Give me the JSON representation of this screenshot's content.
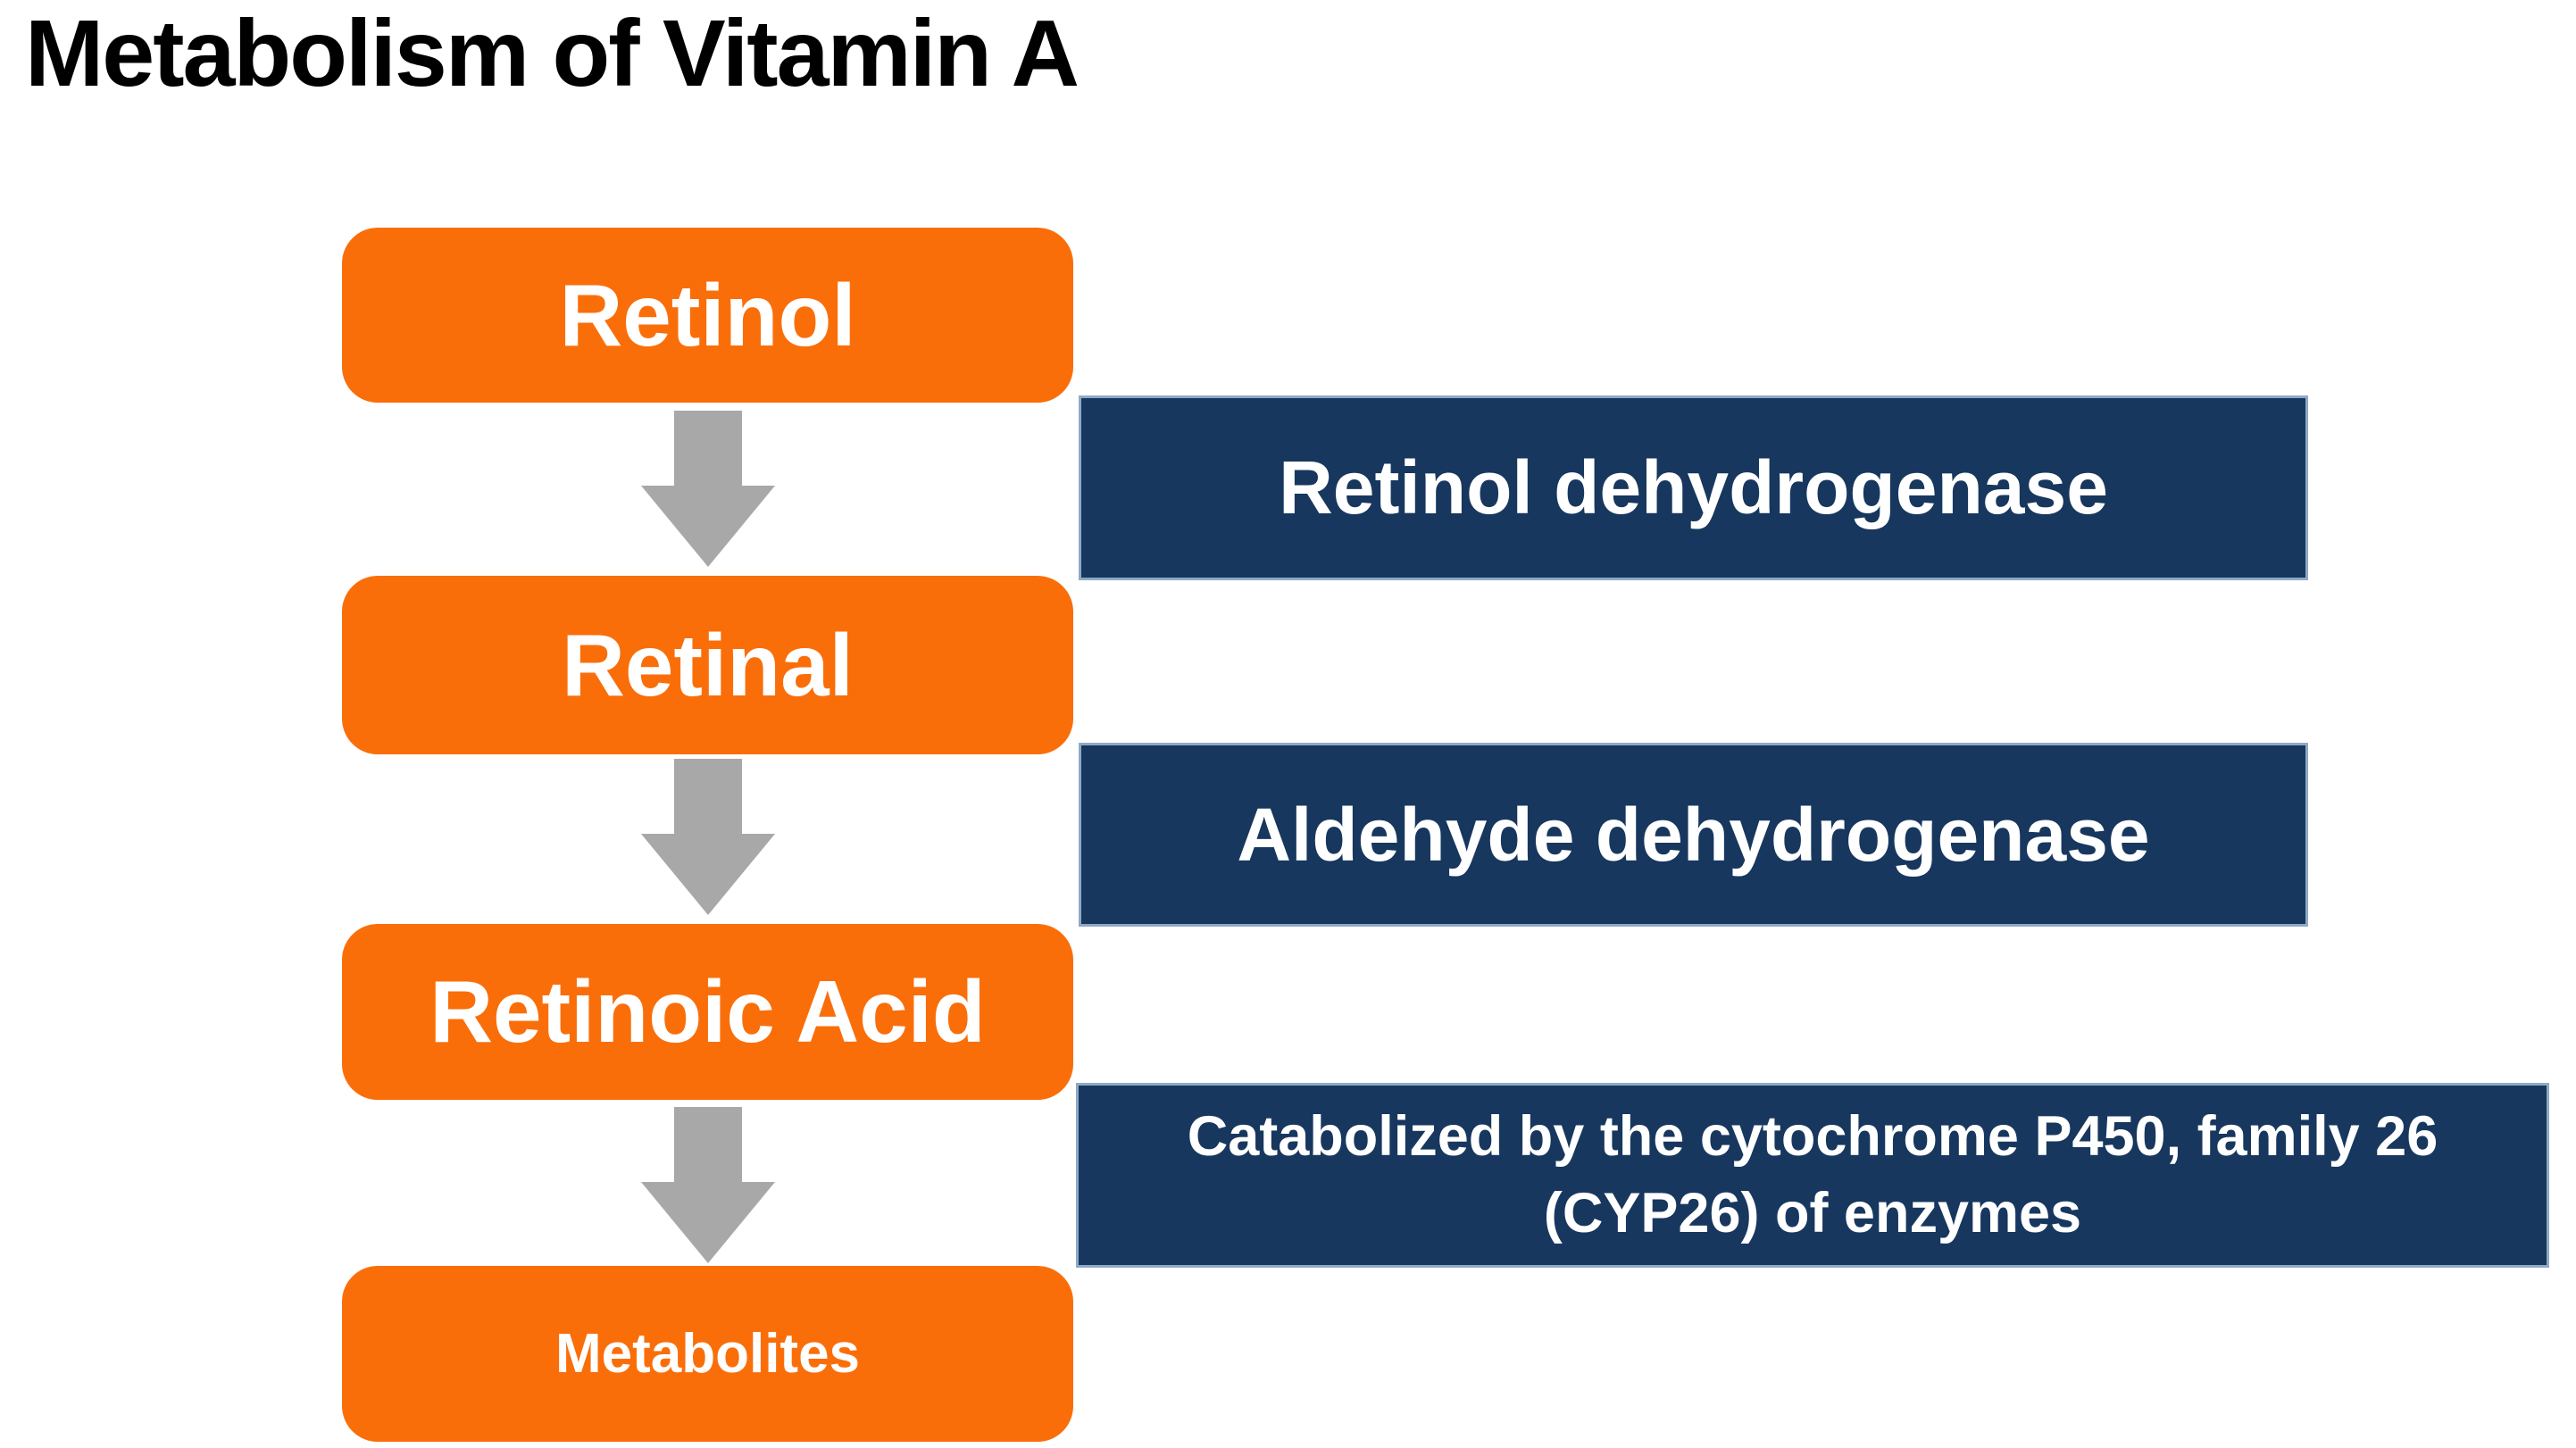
{
  "title": "Metabolism of Vitamin A",
  "colors": {
    "node_orange": "#FA6E0A",
    "enzyme_navy": "#17375E",
    "enzyme_border": "#8FA9C6",
    "arrow_gray": "#A8A8A8",
    "node_text": "#FFFFFF",
    "enzyme_text": "#FFFFFF",
    "title_text": "#000000",
    "background": "#FFFFFF"
  },
  "flow": {
    "nodes": [
      {
        "label": "Retinol"
      },
      {
        "label": "Retinal"
      },
      {
        "label": "Retinoic Acid"
      },
      {
        "label": "Metabolites"
      }
    ],
    "enzymes": [
      {
        "label": "Retinol dehydrogenase"
      },
      {
        "label": "Aldehyde dehydrogenase"
      },
      {
        "label": "Catabolized by the cytochrome P450, family 26 (CYP26) of enzymes"
      }
    ],
    "arrows": [
      {
        "icon": "down-arrow"
      },
      {
        "icon": "down-arrow"
      },
      {
        "icon": "down-arrow"
      }
    ]
  }
}
